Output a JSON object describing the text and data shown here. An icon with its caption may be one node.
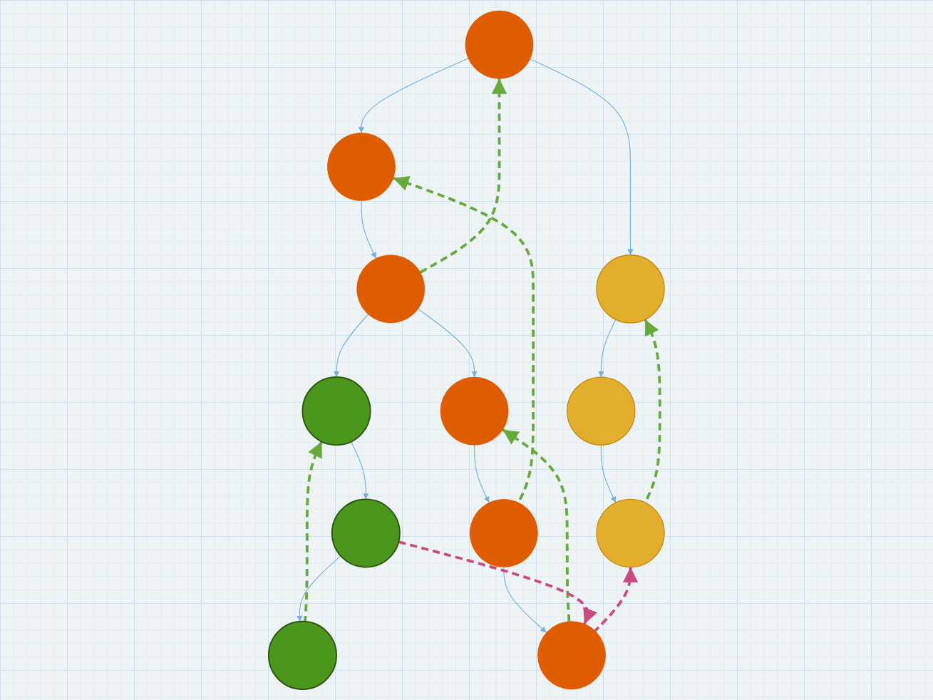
{
  "diagram": {
    "nodes": [
      {
        "text": [],
        "shape": "ellipse"
      },
      {
        "text": [],
        "shape": "ellipse"
      },
      {
        "text": [],
        "shape": "ellipse"
      },
      {
        "text": [],
        "shape": "ellipse"
      },
      {
        "text": [],
        "shape": "ellipse"
      },
      {
        "text": [],
        "shape": "ellipse"
      },
      {
        "text": [],
        "shape": "ellipse"
      },
      {
        "text": [],
        "shape": "ellipse"
      },
      {
        "text": [],
        "shape": "ellipse"
      },
      {
        "text": [],
        "shape": "ellipse"
      },
      {
        "text": [],
        "shape": "ellipse"
      },
      {
        "text": [],
        "shape": "ellipse"
      }
    ],
    "edges": [
      {
        "from": 0,
        "to": 1,
        "arrow": "to"
      },
      {
        "from": 1,
        "to": 3,
        "arrow": "to"
      },
      {
        "from": 3,
        "to": 7,
        "arrow": "to"
      },
      {
        "from": 7,
        "to": 9,
        "arrow": "to"
      },
      {
        "from": 9,
        "to": 10,
        "arrow": "to"
      },
      {
        "from": 3,
        "to": 5,
        "arrow": "to"
      },
      {
        "from": 5,
        "to": 8,
        "arrow": "to"
      },
      {
        "from": 8,
        "to": 11,
        "arrow": "to"
      },
      {
        "from": 0,
        "to": 2,
        "arrow": "to"
      },
      {
        "from": 2,
        "to": 4,
        "arrow": "to"
      },
      {
        "from": 4,
        "to": 6,
        "arrow": "to"
      },
      {
        "from": 10,
        "to": 7,
        "arrow": "to",
        "style": "dashed",
        "color": "#66aa3a"
      },
      {
        "from": 3,
        "to": 0,
        "arrow": "to",
        "style": "dashed",
        "color": "#66aa3a"
      },
      {
        "from": 8,
        "to": 1,
        "arrow": "to",
        "style": "dashed",
        "color": "#66aa3a"
      },
      {
        "from": 11,
        "to": 5,
        "arrow": "to",
        "style": "dashed",
        "color": "#66aa3a"
      },
      {
        "from": 9,
        "to": 11,
        "arrow": "to",
        "style": "dashed",
        "color": "#cc4a80"
      },
      {
        "from": 11,
        "to": 6,
        "arrow": "to",
        "style": "dashed",
        "color": "#cc4a80"
      },
      {
        "from": 6,
        "to": 2,
        "arrow": "to",
        "style": "dashed",
        "color": "#66aa3a"
      }
    ]
  }
}
